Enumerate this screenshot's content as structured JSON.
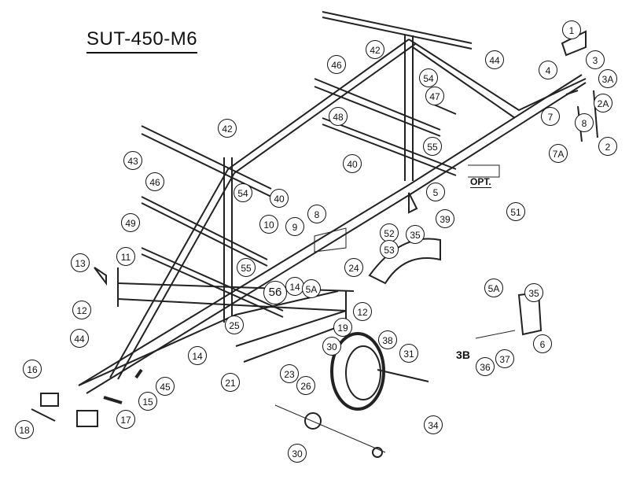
{
  "title": "SUT-450-M6",
  "opt_label": "OPT.",
  "callouts": [
    "1",
    "3",
    "4",
    "3A",
    "2A",
    "7",
    "8",
    "2",
    "7A",
    "51",
    "44",
    "47",
    "54",
    "46",
    "42",
    "48",
    "55",
    "40",
    "5",
    "39",
    "43",
    "46",
    "42",
    "54",
    "40",
    "49",
    "10",
    "9",
    "8",
    "52",
    "53",
    "35",
    "11",
    "13",
    "55",
    "24",
    "56",
    "14",
    "5A",
    "12",
    "19",
    "25",
    "12",
    "44",
    "14",
    "30",
    "38",
    "31",
    "21",
    "23",
    "26",
    "45",
    "15",
    "16",
    "18",
    "17",
    "34",
    "30",
    "5A",
    "35",
    "3B",
    "36",
    "37",
    "6"
  ]
}
